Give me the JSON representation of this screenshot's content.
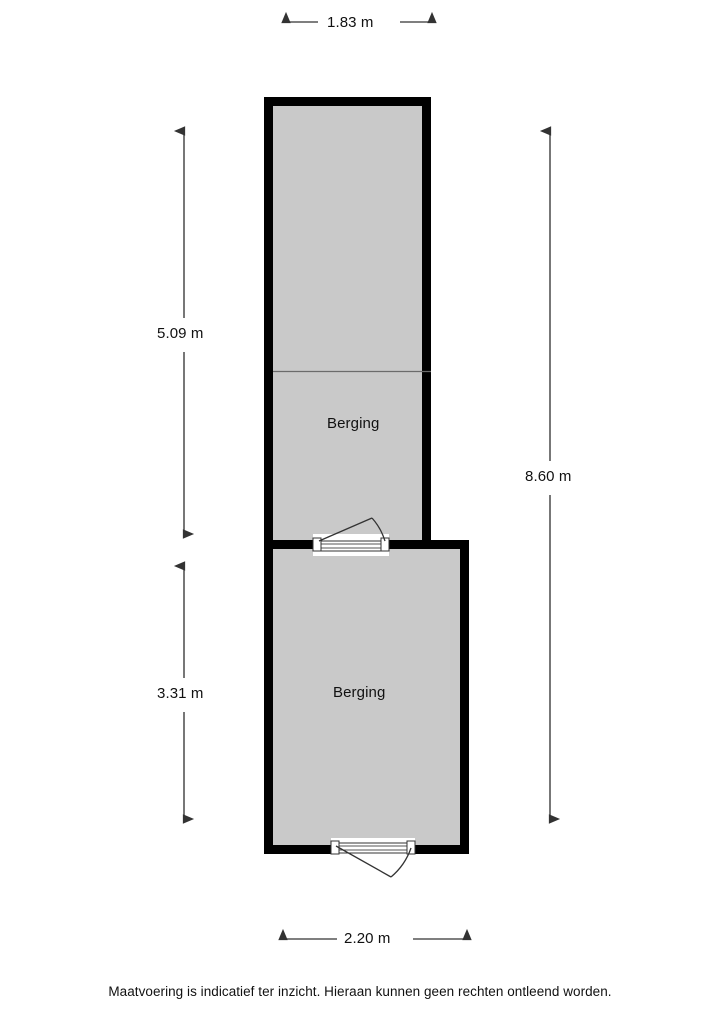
{
  "document": {
    "type": "floor-plan",
    "disclaimer": "Maatvoering is indicatief ter inzicht. Hieraan kunnen geen rechten ontleend worden."
  },
  "rooms": [
    {
      "id": "upper",
      "label": "Berging"
    },
    {
      "id": "lower",
      "label": "Berging"
    }
  ],
  "dimensions": {
    "top_width": "1.83 m",
    "bottom_width": "2.20 m",
    "left_upper_height": "5.09 m",
    "left_lower_height": "3.31 m",
    "right_total_height": "8.60 m"
  },
  "colors": {
    "wall": "#000000",
    "floor": "#c9c9c9",
    "background": "#ffffff",
    "dimension_line": "#555555",
    "text": "#111111",
    "door_leaf": "#ffffff"
  },
  "features": [
    {
      "id": "door-middle",
      "name": "door-middle",
      "swing": "up-left"
    },
    {
      "id": "door-bottom",
      "name": "door-bottom",
      "swing": "down-left"
    },
    {
      "id": "partition-line-upper",
      "name": "interior-partition-line"
    }
  ]
}
